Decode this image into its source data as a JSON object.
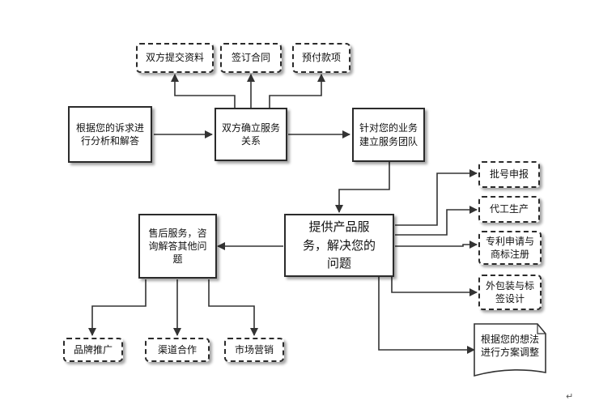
{
  "nodes": {
    "analysis": "根据您的诉求进行分析和解答",
    "confirm": "双方确立服务关系",
    "exchange": "双方提交资料",
    "contract": "签订合同",
    "prepay": "预付款项",
    "team": "针对您的业务建立服务团队",
    "provide": "提供产品服务，解决您的问题",
    "after_sales": "售后服务，咨询解答其他问题",
    "approval": "批号申报",
    "oem": "代工生产",
    "patent": "专利申请与商标注册",
    "packaging": "外包装与标签设计",
    "adjust": "根据您的想法进行方案调整",
    "brand": "品牌推广",
    "channel": "渠道合作",
    "market": "市场营销"
  },
  "paragraph_mark": "↵"
}
